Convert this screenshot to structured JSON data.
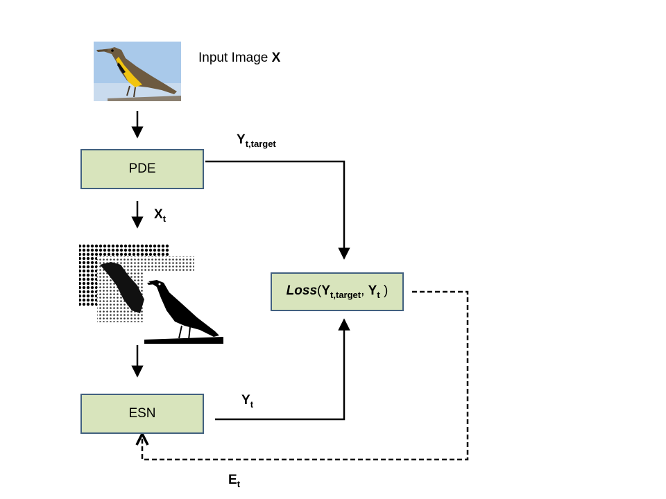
{
  "input": {
    "label": "Input Image",
    "var": "X"
  },
  "boxes": {
    "pde": "PDE",
    "esn": "ESN",
    "loss": {
      "fn": "Loss",
      "arg1_main": "Y",
      "arg1_sub": "t,target",
      "arg2_main": "Y",
      "arg2_sub": "t"
    }
  },
  "labels": {
    "y_target": {
      "main": "Y",
      "sub": "t,target"
    },
    "x_t": {
      "main": "X",
      "sub": "t"
    },
    "y_t": {
      "main": "Y",
      "sub": "t"
    },
    "e_t": {
      "main": "E",
      "sub": "t"
    }
  },
  "colors": {
    "box_fill": "#d8e4bc",
    "box_border": "#41607f",
    "bird_yellow": "#f1c40f",
    "sky": "#a9c9ea"
  }
}
